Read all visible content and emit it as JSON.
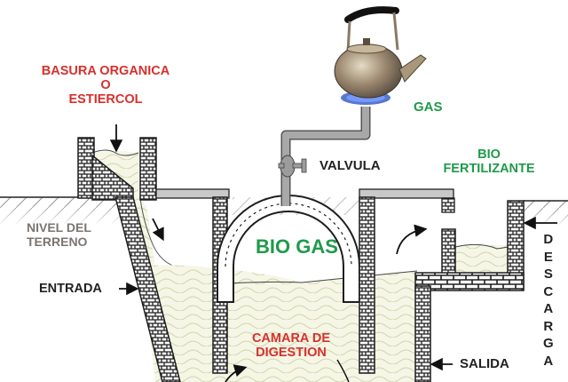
{
  "labels": {
    "input_material": [
      "BASURA ORGANICA",
      "O",
      "ESTIERCOL"
    ],
    "gas": "GAS",
    "valve": "VALVULA",
    "biofertilizer": [
      "BIO",
      "FERTILIZANTE"
    ],
    "ground_level": [
      "NIVEL DEL",
      "TERRENO"
    ],
    "biogas": "BIO GAS",
    "inlet": "ENTRADA",
    "digestion_chamber": [
      "CAMARA DE",
      "DIGESTION"
    ],
    "outlet": "SALIDA",
    "discharge": [
      "D",
      "E",
      "S",
      "C",
      "A",
      "R",
      "G",
      "A"
    ]
  },
  "colors": {
    "label_red": "#d8302c",
    "label_green": "#1f9a4a",
    "label_dark": "#222222",
    "label_gray": "#7b7570",
    "slurry": "#f3f4e2",
    "pipe": "#9c9c9c",
    "brick_outline": "#1e1e1e",
    "flame": "#3a5fc9"
  },
  "icons": {
    "kettle": "kettle-icon",
    "valve": "valve-icon"
  }
}
